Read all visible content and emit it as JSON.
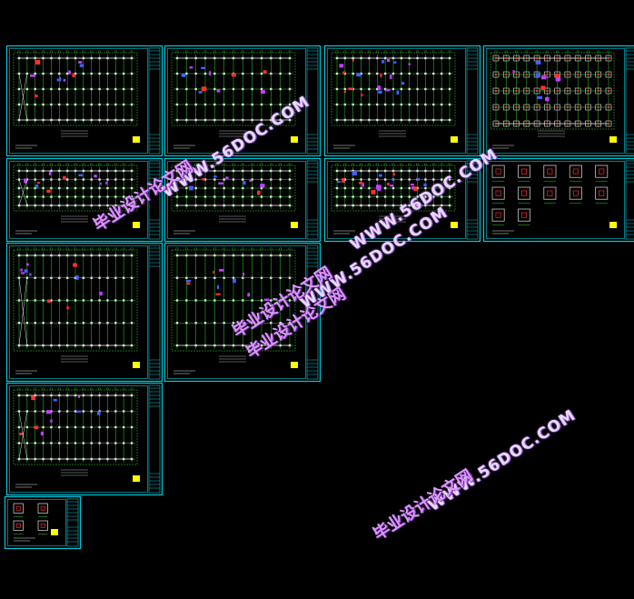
{
  "app": {
    "title": "",
    "background": "#000000"
  },
  "colors": {
    "frame": "#00c8d8",
    "grid": "#30d030",
    "column": "#e0e0e0",
    "accent_magenta": "#c040ff",
    "accent_blue": "#4060ff",
    "accent_red": "#ff3030",
    "title_block": "#ffff00"
  },
  "sheets": [
    {
      "id": "sheet-1",
      "kind": "plan-a",
      "rows": 4,
      "cols": 14
    },
    {
      "id": "sheet-2",
      "kind": "plan-b",
      "rows": 4,
      "cols": 12
    },
    {
      "id": "sheet-3",
      "kind": "plan-c",
      "rows": 4,
      "cols": 14
    },
    {
      "id": "sheet-4",
      "kind": "foundation",
      "rows": 4,
      "cols": 11
    },
    {
      "id": "sheet-5",
      "kind": "plan-a",
      "rows": 4,
      "cols": 14
    },
    {
      "id": "sheet-6",
      "kind": "plan-b",
      "rows": 4,
      "cols": 12
    },
    {
      "id": "sheet-7",
      "kind": "plan-c",
      "rows": 4,
      "cols": 14
    },
    {
      "id": "sheet-8",
      "kind": "details",
      "rows": 3,
      "cols": 5
    },
    {
      "id": "sheet-9",
      "kind": "plan-a",
      "rows": 4,
      "cols": 14
    },
    {
      "id": "sheet-10",
      "kind": "plan-b",
      "rows": 4,
      "cols": 12
    },
    {
      "id": "sheet-11",
      "kind": "plan-a",
      "rows": 4,
      "cols": 14
    },
    {
      "id": "sheet-12",
      "kind": "small-details",
      "rows": 2,
      "cols": 2
    }
  ],
  "watermarks": [
    {
      "id": "wm-1-url",
      "text": "WWW.56DOC.COM"
    },
    {
      "id": "wm-1-cn",
      "text": "毕业设计论文网"
    },
    {
      "id": "wm-2-url",
      "text": "WWW.56DOC.COM"
    },
    {
      "id": "wm-2-cn",
      "text": "毕业设计论文网"
    },
    {
      "id": "wm-3-url",
      "text": "WWW.56DOC.COM"
    },
    {
      "id": "wm-3-cn",
      "text": "毕业设计论文网"
    },
    {
      "id": "wm-4-url",
      "text": "WWW.56DOC.COM"
    },
    {
      "id": "wm-4-cn",
      "text": "毕业设计论文网"
    }
  ]
}
